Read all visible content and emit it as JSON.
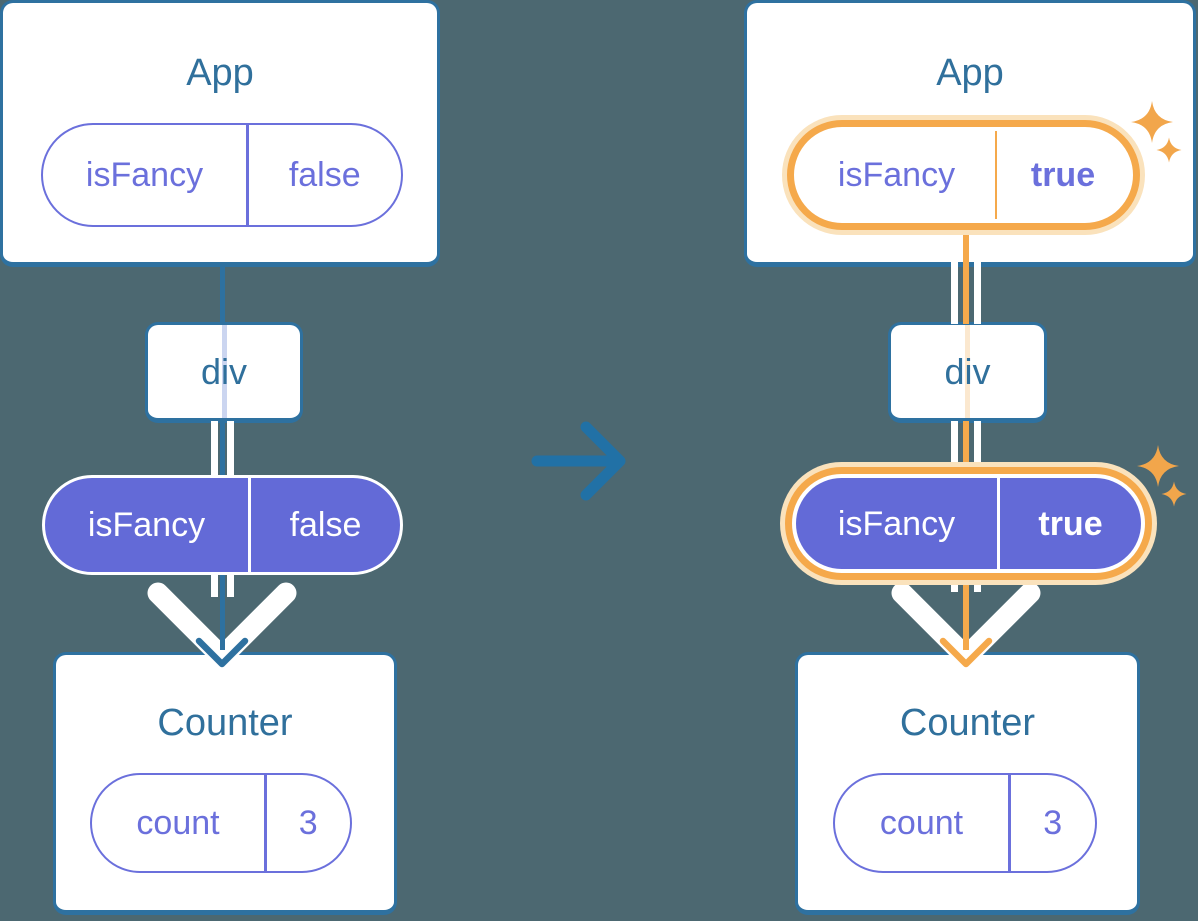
{
  "colors": {
    "background": "#4C6871",
    "card_border": "#2E71A0",
    "heading_text": "#30709C",
    "purple_outline": "#6B70DC",
    "purple_fill": "#636AD7",
    "highlight_orange": "#F5A94B",
    "highlight_glow": "#FAE2BC",
    "tree_edge_blue": "#2E71A0",
    "transition_arrow_blue": "#2171A6"
  },
  "before": {
    "app": {
      "title": "App",
      "state": {
        "name": "isFancy",
        "value": "false"
      }
    },
    "div": {
      "label": "div"
    },
    "prop": {
      "name": "isFancy",
      "value": "false"
    },
    "counter": {
      "title": "Counter",
      "state": {
        "name": "count",
        "value": "3"
      }
    }
  },
  "after": {
    "app": {
      "title": "App",
      "state": {
        "name": "isFancy",
        "value": "true"
      }
    },
    "div": {
      "label": "div"
    },
    "prop": {
      "name": "isFancy",
      "value": "true"
    },
    "counter": {
      "title": "Counter",
      "state": {
        "name": "count",
        "value": "3"
      }
    }
  }
}
